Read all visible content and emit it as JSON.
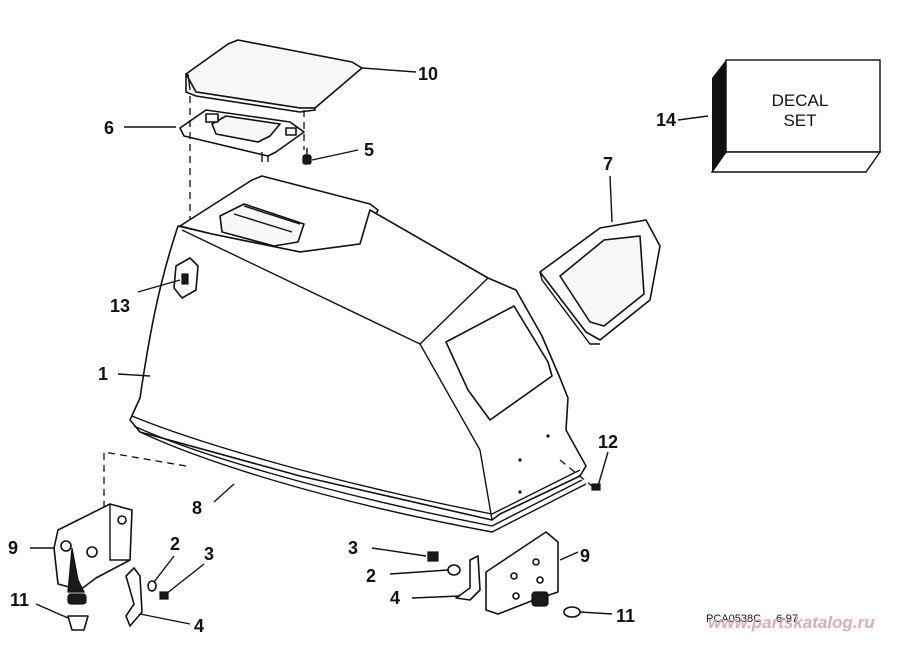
{
  "callouts": {
    "c1": "1",
    "c2a": "2",
    "c2b": "2",
    "c3a": "3",
    "c3b": "3",
    "c4a": "4",
    "c4b": "4",
    "c5": "5",
    "c6": "6",
    "c7": "7",
    "c8": "8",
    "c9a": "9",
    "c9b": "9",
    "c10": "10",
    "c11a": "11",
    "c11b": "11",
    "c12": "12",
    "c13": "13",
    "c14": "14"
  },
  "decal": {
    "line1": "DECAL",
    "line2": "SET"
  },
  "drawing_code": "PCA0538C",
  "drawing_date": "6-97",
  "watermark": "www.partskatalog.ru"
}
